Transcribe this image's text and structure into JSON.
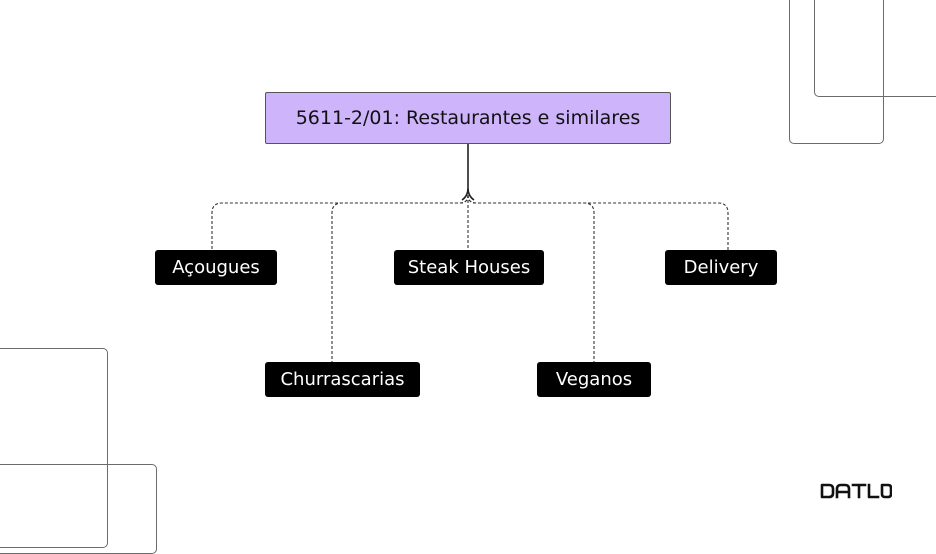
{
  "root": {
    "label": "5611-2/01: Restaurantes e similares"
  },
  "children": [
    {
      "label": "Açougues"
    },
    {
      "label": "Churrascarias"
    },
    {
      "label": "Steak Houses"
    },
    {
      "label": "Veganos"
    },
    {
      "label": "Delivery"
    }
  ],
  "colors": {
    "root_fill": "#cdb4fb",
    "node_fill": "#000000",
    "node_text": "#ffffff"
  }
}
